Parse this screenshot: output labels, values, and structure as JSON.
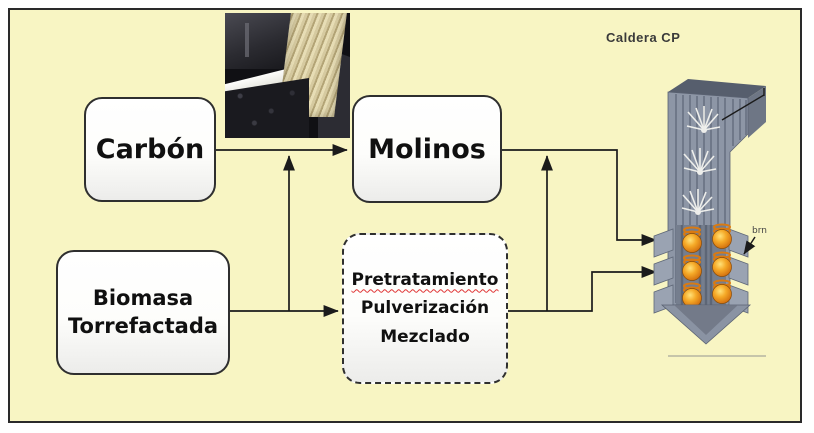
{
  "frame": {
    "background_color": "#f8f5c3",
    "border_color": "#2a2a2a"
  },
  "nodes": {
    "carbon": {
      "label": "Carbón"
    },
    "molinos": {
      "label": "Molinos"
    },
    "biomasa": {
      "line1": "Biomasa",
      "line2": "Torrefactada"
    },
    "pretratamiento": {
      "line1": "Pretratamiento",
      "line2": "Pulverización",
      "line3": "Mezclado",
      "spellcheck_underline_color": "#e03535"
    }
  },
  "labels": {
    "caldera": "Caldera CP",
    "burner_note": "brn"
  },
  "edges": [
    {
      "from": "carbon",
      "to": "molinos",
      "arrow": true
    },
    {
      "from": "biomasa",
      "to": "pretratamiento",
      "arrow": true
    },
    {
      "from": "biomasa",
      "to": "carbon-molinos-line",
      "arrow": true
    },
    {
      "from": "molinos",
      "to": "caldera-upper-inlet",
      "arrow": true
    },
    {
      "from": "pretratamiento",
      "to": "caldera-lower-inlet",
      "arrow": true
    },
    {
      "from": "pretratamiento",
      "to": "molinos-output-line",
      "arrow": true
    }
  ],
  "media": {
    "photo_icon": "biomass-falling-on-coal-conveyor-photo",
    "boiler_icon": "pulverized-coal-boiler-cutaway"
  },
  "colors": {
    "line": "#1b1b1b",
    "boiler_front": "#8d96a6",
    "boiler_side": "#6e7685",
    "boiler_top": "#565e6d",
    "burner_orange": "#e07b10",
    "burner_yellow": "#ffe27a",
    "flame_white": "#f4f4f0"
  }
}
